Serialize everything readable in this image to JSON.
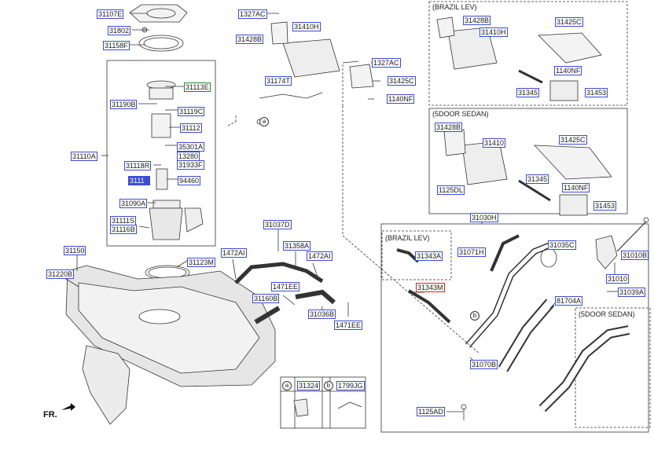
{
  "sections": {
    "brazil_lev_top": "(BRAZIL LEV)",
    "five_door_sedan_mid": "(5DOOR SEDAN)",
    "brazil_lev_small": "(BRAZIL LEV)",
    "five_door_sedan_bottom": "(5DOOR SEDAN)"
  },
  "front_label": "FR.",
  "legend": {
    "a_letter": "a",
    "a_part": "31324",
    "b_letter": "b",
    "b_part": "1799JG"
  },
  "callouts": {
    "a_letter": "a",
    "b_letter": "b"
  },
  "parts": {
    "p31107E": "31107E",
    "p31802": "31802",
    "p31158F": "31158F",
    "p31113E": "31113E",
    "p31190B": "31190B",
    "p31119C": "31119C",
    "p31112": "31112",
    "p35301A": "35301A",
    "p13280": "13280",
    "p31110A": "31110A",
    "p31118R": "31118R",
    "p31933F": "31933F",
    "p3111x": "3111",
    "p94460": "94460",
    "p31090A": "31090A",
    "p31111S": "31111S",
    "p31116B": "31116B",
    "p31123M": "31123M",
    "p31150": "31150",
    "p31220B": "31220B",
    "p1327AC_a": "1327AC",
    "p31410H_a": "31410H",
    "p31428B_a": "31428B",
    "p1327AC_b": "1327AC",
    "p31174T": "31174T",
    "p31425C_a": "31425C",
    "p1140NF_a": "1140NF",
    "p31428B_b": "31428B",
    "p31410H_b": "31410H",
    "p31425C_b": "31425C",
    "p1140NF_b": "1140NF",
    "p31345_a": "31345",
    "p31453_a": "31453",
    "p31428B_c": "31428B",
    "p31410": "31410",
    "p31425C_c": "31425C",
    "p1125DL": "1125DL",
    "p31345_b": "31345",
    "p1140NF_c": "1140NF",
    "p31453_b": "31453",
    "p31030H": "31030H",
    "p31037D": "31037D",
    "p1472AI_a": "1472AI",
    "p31358A": "31358A",
    "p1472AI_b": "1472AI",
    "p1471EE_a": "1471EE",
    "p31160B": "31160B",
    "p31036B": "31036B",
    "p1471EE_b": "1471EE",
    "p31343A": "31343A",
    "p31071H": "31071H",
    "p31035C": "31035C",
    "p31343M": "31343M",
    "p81704A": "81704A",
    "p31070B": "31070B",
    "p1125AD": "1125AD",
    "p31010B": "31010B",
    "p31010": "31010",
    "p31039A": "31039A"
  }
}
